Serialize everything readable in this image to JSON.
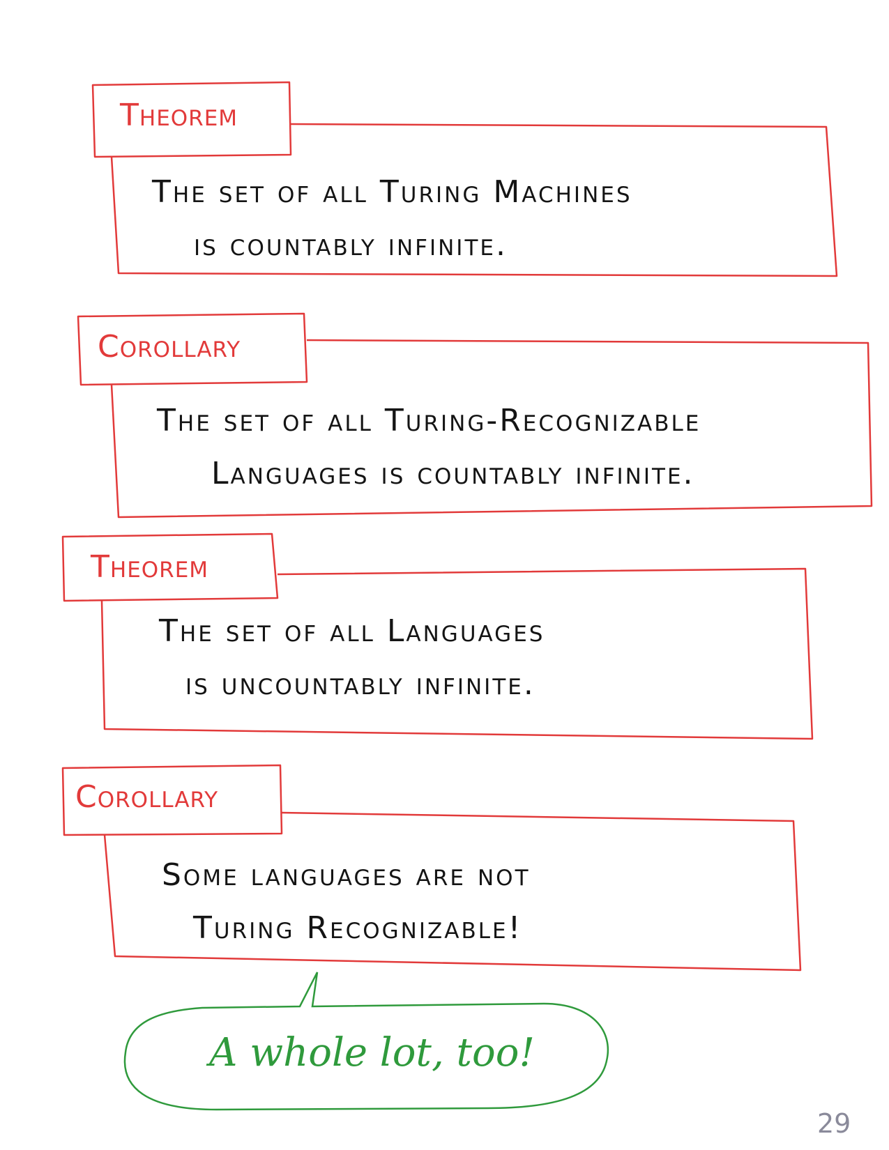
{
  "blocks": [
    {
      "label": "Theorem",
      "lines": [
        "The set of all Turing Machines",
        "is countably infinite."
      ]
    },
    {
      "label": "Corollary",
      "lines": [
        "The set of all Turing-Recognizable",
        "Languages is countably infinite."
      ]
    },
    {
      "label": "Theorem",
      "lines": [
        "The set of all Languages",
        "is uncountably infinite."
      ]
    },
    {
      "label": "Corollary",
      "lines": [
        "Some languages are not",
        "Turing Recognizable!"
      ]
    }
  ],
  "annotation": {
    "text": "A whole lot, too!"
  },
  "page_number": "29",
  "colors": {
    "frame": "#e23a3a",
    "text": "#141414",
    "annotation": "#2f9a3c"
  }
}
